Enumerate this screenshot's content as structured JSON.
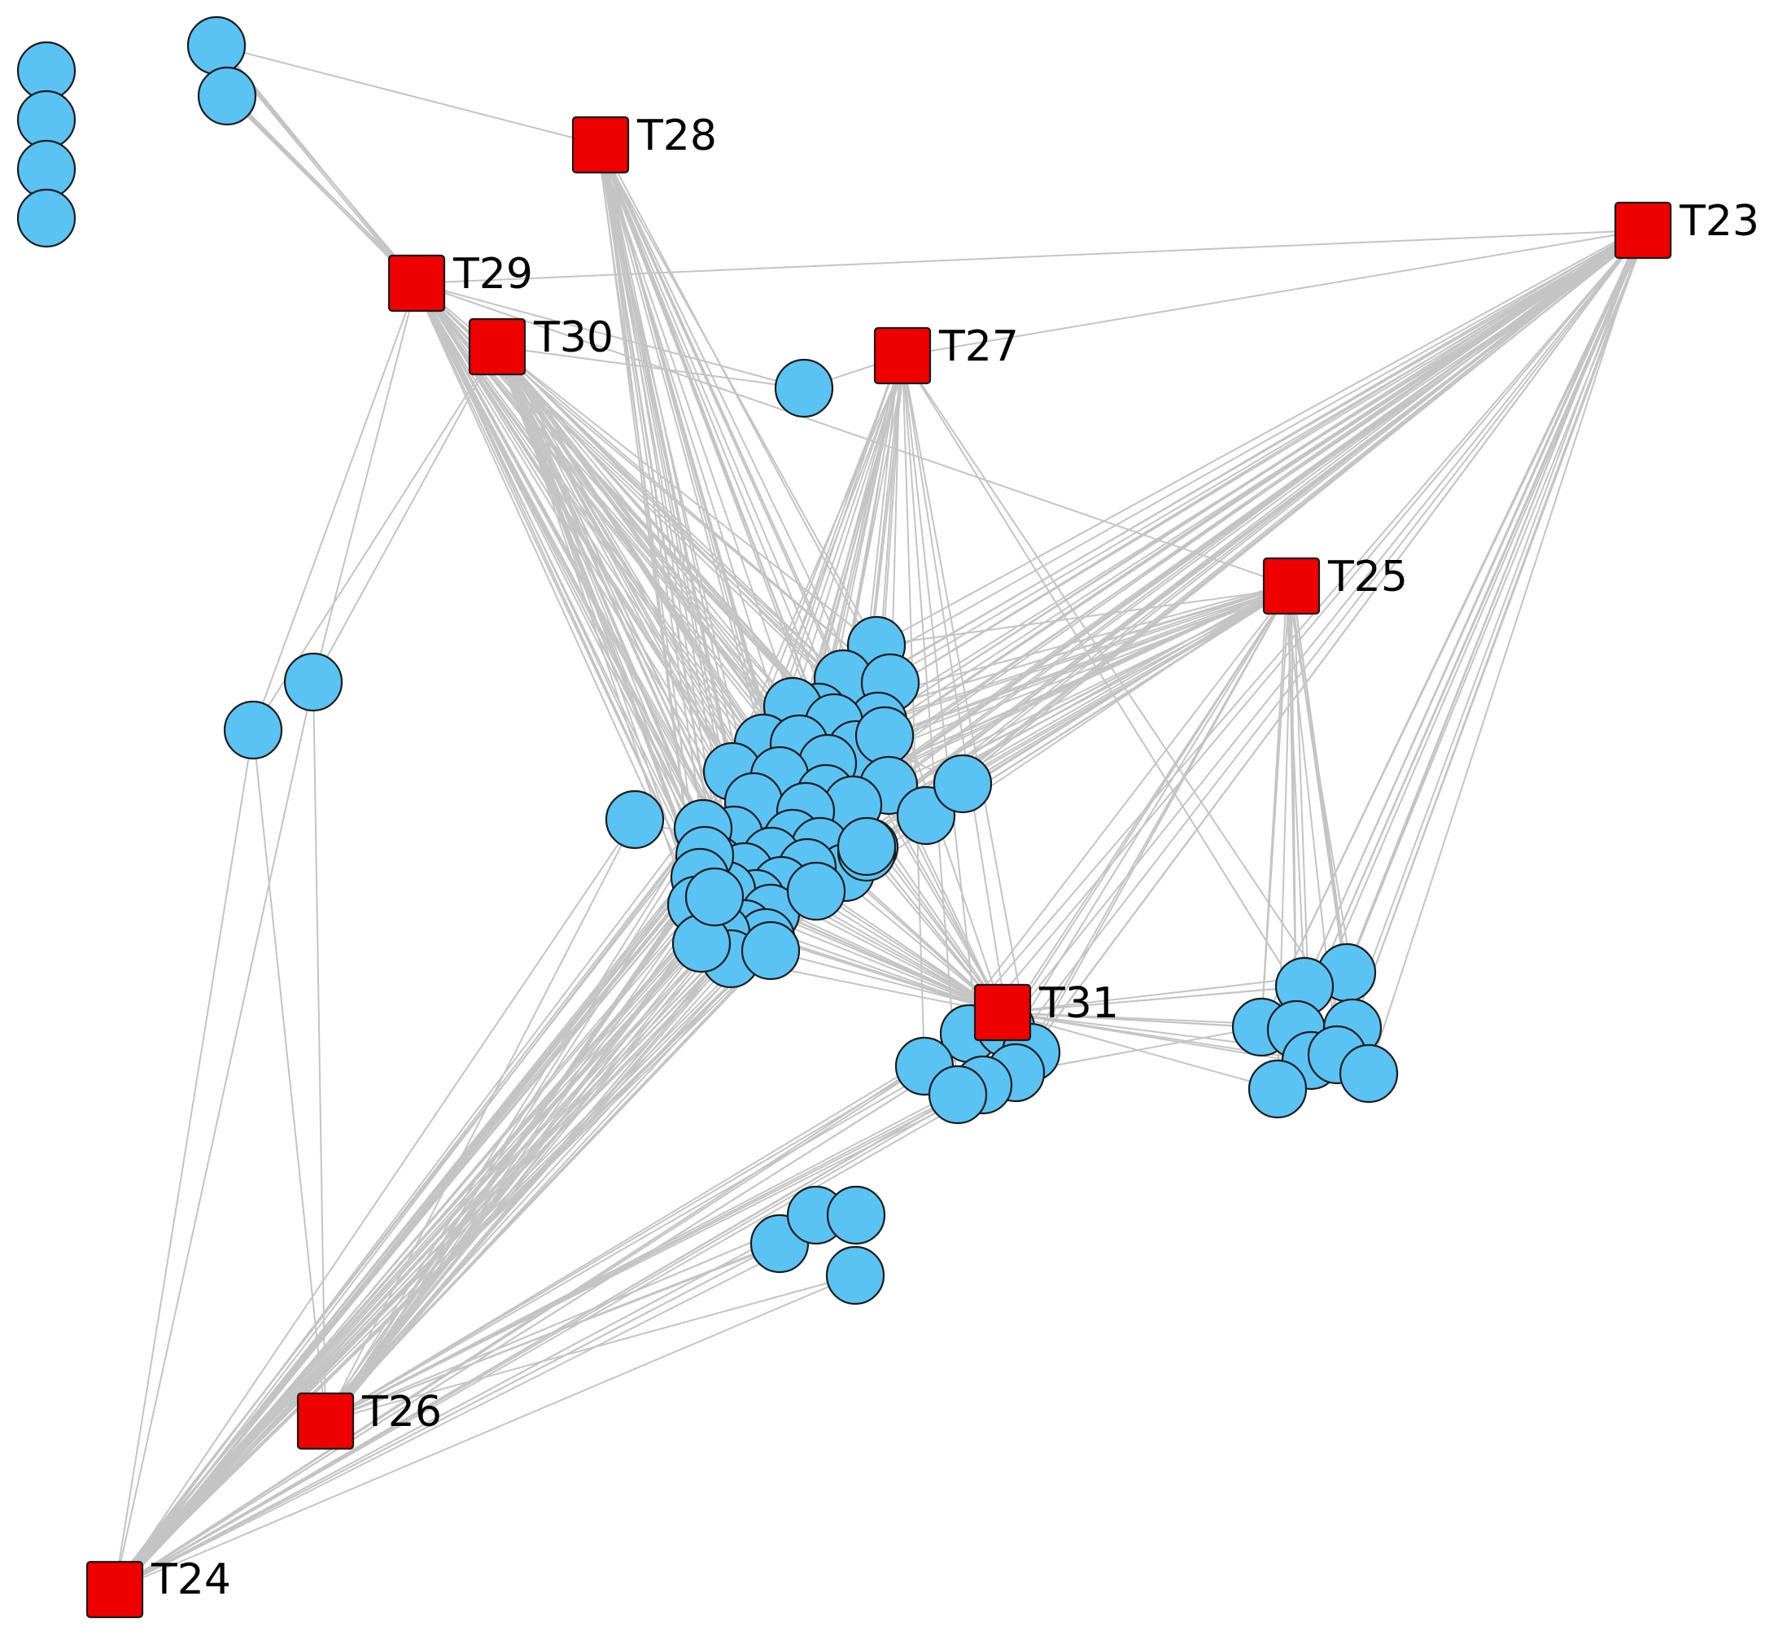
{
  "colors": {
    "background": "#ffffff",
    "edge": "#c4c4c4",
    "member_node_fill": "#5bc2f4",
    "topic_node_fill": "#ee0000",
    "node_outline": "#1b1b1b"
  },
  "topic_nodes": [
    {
      "id": "T23",
      "label": "T23"
    },
    {
      "id": "T24",
      "label": "T24"
    },
    {
      "id": "T25",
      "label": "T25"
    },
    {
      "id": "T26",
      "label": "T26"
    },
    {
      "id": "T27",
      "label": "T27"
    },
    {
      "id": "T28",
      "label": "T28"
    },
    {
      "id": "T29",
      "label": "T29"
    },
    {
      "id": "T30",
      "label": "T30"
    },
    {
      "id": "T31",
      "label": "T31"
    }
  ]
}
